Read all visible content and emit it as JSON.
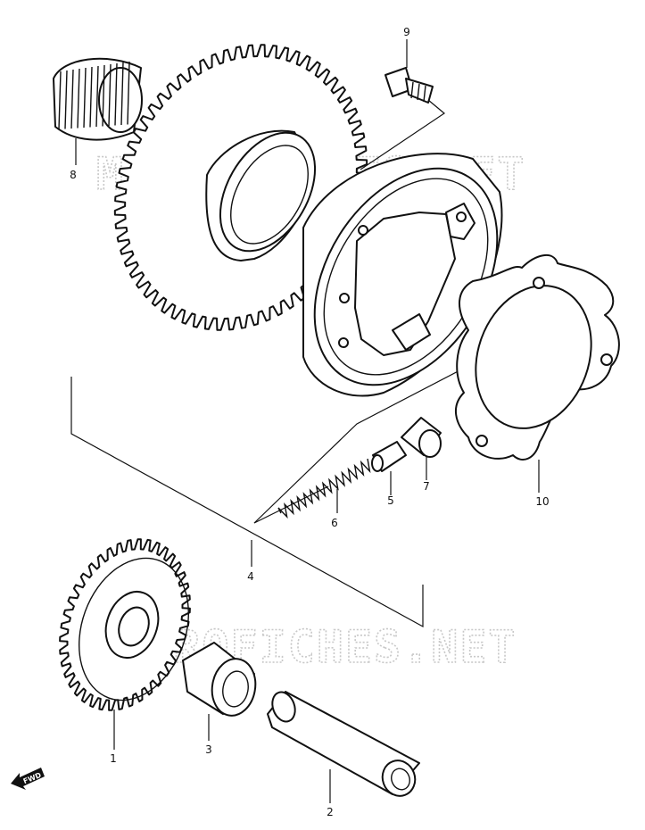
{
  "watermark": "MICROFICHES.NET",
  "direction_label": "FWD",
  "parts": [
    {
      "id": "1",
      "label": "1"
    },
    {
      "id": "2",
      "label": "2"
    },
    {
      "id": "3",
      "label": "3"
    },
    {
      "id": "4",
      "label": "4"
    },
    {
      "id": "5",
      "label": "5"
    },
    {
      "id": "6",
      "label": "6"
    },
    {
      "id": "7",
      "label": "7"
    },
    {
      "id": "8",
      "label": "8"
    },
    {
      "id": "9",
      "label": "9"
    },
    {
      "id": "10",
      "label": "10"
    }
  ]
}
